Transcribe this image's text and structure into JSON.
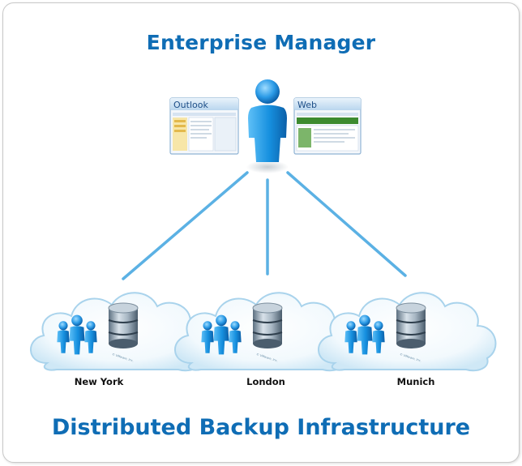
{
  "title": "Enterprise Manager",
  "footer": "Distributed Backup Infrastructure",
  "clients": {
    "left_window": "Outlook",
    "right_window": "Web"
  },
  "sites": [
    {
      "label": "New York",
      "watermark": "© VMware, Inc."
    },
    {
      "label": "London",
      "watermark": "© VMware, Inc."
    },
    {
      "label": "Munich",
      "watermark": "© VMware, Inc."
    }
  ],
  "colors": {
    "title": "#0f6db5",
    "connector": "#5bb1e4",
    "person": "#1690df",
    "cloud_edge": "#a9d3ec",
    "cloud_fill": "#eaf6fc"
  },
  "icons": [
    "person-icon",
    "outlook-window-icon",
    "web-window-icon",
    "cloud-icon",
    "people-group-icon",
    "database-icon"
  ]
}
